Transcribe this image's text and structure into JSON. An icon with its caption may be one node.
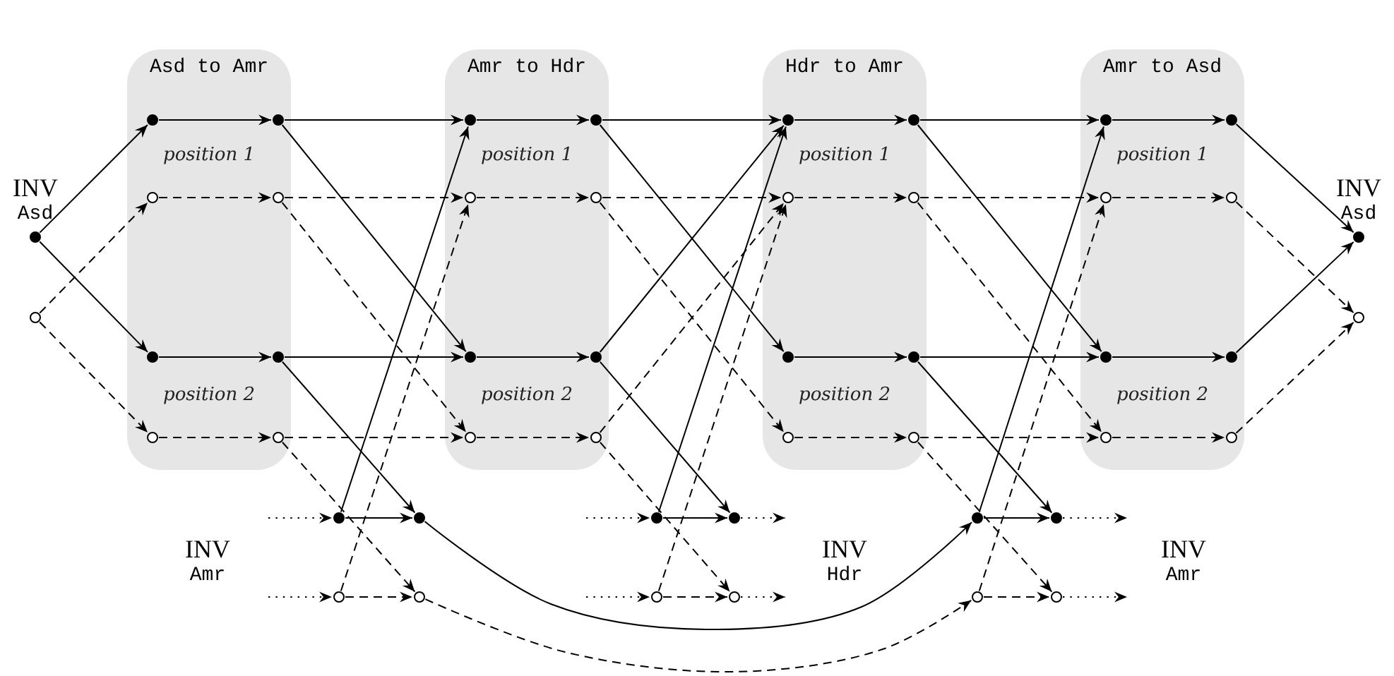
{
  "diagram": {
    "nodes": [
      {
        "text": [
          "Asd to Amr",
          "position 1",
          "position 2"
        ]
      },
      {
        "text": [
          "Amr to Hdr",
          "position 1",
          "position 2"
        ]
      },
      {
        "text": [
          "Hdr to Amr",
          "position 1",
          "position 2"
        ]
      },
      {
        "text": [
          "Amr to Asd",
          "position 1",
          "position 2"
        ]
      },
      {
        "text": [],
        "shape": "dot",
        "in": 0
      },
      {
        "text": [],
        "shape": "dot",
        "in": 0
      },
      {
        "text": [],
        "shape": "circle",
        "in": 0
      },
      {
        "text": [],
        "shape": "circle",
        "in": 0
      },
      {
        "text": [],
        "shape": "dot",
        "in": 0
      },
      {
        "text": [],
        "shape": "dot",
        "in": 0
      },
      {
        "text": [],
        "shape": "circle",
        "in": 0
      },
      {
        "text": [],
        "shape": "circle",
        "in": 0
      },
      {
        "text": [],
        "shape": "dot",
        "in": 1
      },
      {
        "text": [],
        "shape": "dot",
        "in": 1
      },
      {
        "text": [],
        "shape": "circle",
        "in": 1
      },
      {
        "text": [],
        "shape": "circle",
        "in": 1
      },
      {
        "text": [],
        "shape": "dot",
        "in": 1
      },
      {
        "text": [],
        "shape": "dot",
        "in": 1
      },
      {
        "text": [],
        "shape": "circle",
        "in": 1
      },
      {
        "text": [],
        "shape": "circle",
        "in": 1
      },
      {
        "text": [],
        "shape": "dot",
        "in": 2
      },
      {
        "text": [],
        "shape": "dot",
        "in": 2
      },
      {
        "text": [],
        "shape": "circle",
        "in": 2
      },
      {
        "text": [],
        "shape": "circle",
        "in": 2
      },
      {
        "text": [],
        "shape": "dot",
        "in": 2
      },
      {
        "text": [],
        "shape": "dot",
        "in": 2
      },
      {
        "text": [],
        "shape": "circle",
        "in": 2
      },
      {
        "text": [],
        "shape": "circle",
        "in": 2
      },
      {
        "text": [],
        "shape": "dot",
        "in": 3
      },
      {
        "text": [],
        "shape": "dot",
        "in": 3
      },
      {
        "text": [],
        "shape": "circle",
        "in": 3
      },
      {
        "text": [],
        "shape": "circle",
        "in": 3
      },
      {
        "text": [],
        "shape": "dot",
        "in": 3
      },
      {
        "text": [],
        "shape": "dot",
        "in": 3
      },
      {
        "text": [],
        "shape": "circle",
        "in": 3
      },
      {
        "text": [],
        "shape": "circle",
        "in": 3
      },
      {
        "text": [],
        "shape": "dot"
      },
      {
        "text": [],
        "shape": "circle"
      },
      {
        "text": [],
        "shape": "dot"
      },
      {
        "text": [],
        "shape": "circle"
      },
      {
        "text": [],
        "shape": "dot"
      },
      {
        "text": [],
        "shape": "dot"
      },
      {
        "text": [],
        "shape": "circle"
      },
      {
        "text": [],
        "shape": "circle"
      },
      {
        "text": [],
        "shape": "dot"
      },
      {
        "text": [],
        "shape": "dot"
      },
      {
        "text": [],
        "shape": "circle"
      },
      {
        "text": [],
        "shape": "circle"
      },
      {
        "text": [],
        "shape": "dot"
      },
      {
        "text": [],
        "shape": "dot"
      },
      {
        "text": [],
        "shape": "circle"
      },
      {
        "text": [],
        "shape": "circle"
      }
    ],
    "edges": [
      {
        "from": 36,
        "to": 4,
        "arrow": "to"
      },
      {
        "from": 36,
        "to": 8,
        "arrow": "to"
      },
      {
        "from": 37,
        "to": 6,
        "arrow": "to",
        "style": "dashed"
      },
      {
        "from": 37,
        "to": 10,
        "arrow": "to",
        "style": "dashed"
      },
      {
        "from": 4,
        "to": 5,
        "arrow": "to"
      },
      {
        "from": 6,
        "to": 7,
        "arrow": "to",
        "style": "dashed"
      },
      {
        "from": 8,
        "to": 9,
        "arrow": "to"
      },
      {
        "from": 10,
        "to": 11,
        "arrow": "to",
        "style": "dashed"
      },
      {
        "from": 12,
        "to": 13,
        "arrow": "to"
      },
      {
        "from": 14,
        "to": 15,
        "arrow": "to",
        "style": "dashed"
      },
      {
        "from": 16,
        "to": 17,
        "arrow": "to"
      },
      {
        "from": 18,
        "to": 19,
        "arrow": "to",
        "style": "dashed"
      },
      {
        "from": 20,
        "to": 21,
        "arrow": "to"
      },
      {
        "from": 22,
        "to": 23,
        "arrow": "to",
        "style": "dashed"
      },
      {
        "from": 24,
        "to": 25,
        "arrow": "to"
      },
      {
        "from": 26,
        "to": 27,
        "arrow": "to",
        "style": "dashed"
      },
      {
        "from": 28,
        "to": 29,
        "arrow": "to"
      },
      {
        "from": 30,
        "to": 31,
        "arrow": "to",
        "style": "dashed"
      },
      {
        "from": 32,
        "to": 33,
        "arrow": "to"
      },
      {
        "from": 34,
        "to": 35,
        "arrow": "to",
        "style": "dashed"
      },
      {
        "from": 5,
        "to": 12,
        "arrow": "to"
      },
      {
        "from": 5,
        "to": 16,
        "arrow": "to"
      },
      {
        "from": 7,
        "to": 14,
        "arrow": "to",
        "style": "dashed"
      },
      {
        "from": 7,
        "to": 18,
        "arrow": "to",
        "style": "dashed"
      },
      {
        "from": 9,
        "to": 16,
        "arrow": "to"
      },
      {
        "from": 9,
        "to": 41,
        "arrow": "to"
      },
      {
        "from": 11,
        "to": 18,
        "arrow": "to",
        "style": "dashed"
      },
      {
        "from": 11,
        "to": 43,
        "arrow": "to",
        "style": "dashed"
      },
      {
        "from": null,
        "to": 40,
        "arrow": "to",
        "style": "dashed"
      },
      {
        "from": null,
        "to": 42,
        "arrow": "to",
        "style": "dashed"
      },
      {
        "from": 40,
        "to": 41,
        "arrow": "to"
      },
      {
        "from": 42,
        "to": 43,
        "arrow": "to",
        "style": "dashed"
      },
      {
        "from": 40,
        "to": 12,
        "arrow": "to"
      },
      {
        "from": 42,
        "to": 14,
        "arrow": "to",
        "style": "dashed"
      },
      {
        "from": 41,
        "to": 48,
        "arrow": "to"
      },
      {
        "from": 43,
        "to": 50,
        "arrow": "to",
        "style": "dashed"
      },
      {
        "from": 13,
        "to": 20,
        "arrow": "to"
      },
      {
        "from": 13,
        "to": 24,
        "arrow": "to"
      },
      {
        "from": 15,
        "to": 22,
        "arrow": "to",
        "style": "dashed"
      },
      {
        "from": 15,
        "to": 26,
        "arrow": "to",
        "style": "dashed"
      },
      {
        "from": 17,
        "to": 20,
        "arrow": "to"
      },
      {
        "from": 17,
        "to": 45,
        "arrow": "to"
      },
      {
        "from": 19,
        "to": 22,
        "arrow": "to",
        "style": "dashed"
      },
      {
        "from": 19,
        "to": 47,
        "arrow": "to",
        "style": "dashed"
      },
      {
        "from": null,
        "to": 44,
        "arrow": "to",
        "style": "dashed"
      },
      {
        "from": null,
        "to": 46,
        "arrow": "to",
        "style": "dashed"
      },
      {
        "from": 44,
        "to": 45,
        "arrow": "to"
      },
      {
        "from": 46,
        "to": 47,
        "arrow": "to",
        "style": "dashed"
      },
      {
        "from": 44,
        "to": 20,
        "arrow": "to"
      },
      {
        "from": 46,
        "to": 22,
        "arrow": "to",
        "style": "dashed"
      },
      {
        "from": 45,
        "to": null,
        "arrow": "to",
        "style": "dashed"
      },
      {
        "from": 47,
        "to": null,
        "arrow": "to",
        "style": "dashed"
      },
      {
        "from": 21,
        "to": 28,
        "arrow": "to"
      },
      {
        "from": 21,
        "to": 32,
        "arrow": "to"
      },
      {
        "from": 23,
        "to": 30,
        "arrow": "to",
        "style": "dashed"
      },
      {
        "from": 23,
        "to": 34,
        "arrow": "to",
        "style": "dashed"
      },
      {
        "from": 25,
        "to": 32,
        "arrow": "to"
      },
      {
        "from": 25,
        "to": 49,
        "arrow": "to"
      },
      {
        "from": 27,
        "to": 34,
        "arrow": "to",
        "style": "dashed"
      },
      {
        "from": 27,
        "to": 51,
        "arrow": "to",
        "style": "dashed"
      },
      {
        "from": 48,
        "to": 49,
        "arrow": "to"
      },
      {
        "from": 50,
        "to": 51,
        "arrow": "to",
        "style": "dashed"
      },
      {
        "from": 48,
        "to": 28,
        "arrow": "to"
      },
      {
        "from": 50,
        "to": 30,
        "arrow": "to",
        "style": "dashed"
      },
      {
        "from": 49,
        "to": null,
        "arrow": "to",
        "style": "dashed"
      },
      {
        "from": 51,
        "to": null,
        "arrow": "to",
        "style": "dashed"
      },
      {
        "from": 29,
        "to": 38,
        "arrow": "to"
      },
      {
        "from": 33,
        "to": 38,
        "arrow": "to"
      },
      {
        "from": 31,
        "to": 39,
        "arrow": "to",
        "style": "dashed"
      },
      {
        "from": 35,
        "to": 39,
        "arrow": "to",
        "style": "dashed"
      }
    ],
    "labels": [
      "INV",
      "Asd",
      "INV",
      "Asd",
      "INV",
      "Amr",
      "INV",
      "Hdr",
      "INV",
      "Amr"
    ]
  }
}
